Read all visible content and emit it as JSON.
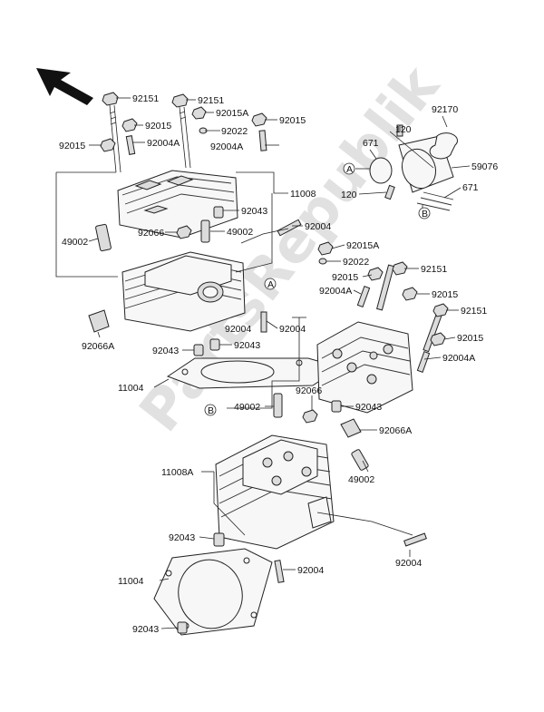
{
  "labels": {
    "92151": "92151",
    "92015A": "92015A",
    "92015": "92015",
    "92004A": "92004A",
    "92022": "92022",
    "11008": "11008",
    "49002": "49002",
    "92043": "92043",
    "92066": "92066",
    "92004": "92004",
    "92066A": "92066A",
    "11004": "11004",
    "11008A": "11008A",
    "120": "120",
    "92170": "92170",
    "671": "671",
    "59076": "59076",
    "A": "A",
    "B": "B"
  },
  "watermark": "PartsRepublik",
  "colors": {
    "ink": "#111111",
    "watermark": "#c9c9c9"
  },
  "icons": {
    "direction_arrow": "arrow-up-left-icon"
  }
}
